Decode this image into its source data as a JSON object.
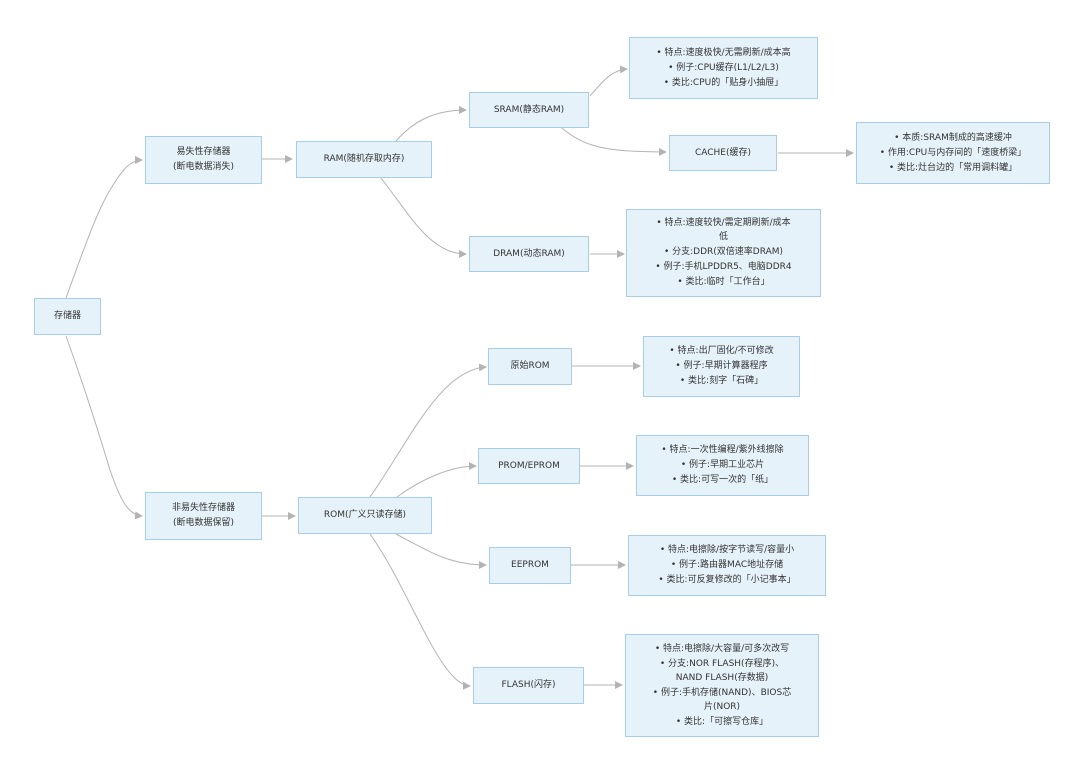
{
  "colors": {
    "node_fill": "#e6f2fa",
    "node_border": "#a9cde6",
    "edge": "#b3b3b3"
  },
  "nodes": {
    "root": {
      "label": "存储器"
    },
    "volatile": {
      "line1": "易失性存储器",
      "line2": "(断电数据消失)"
    },
    "nonvolatile": {
      "line1": "非易失性存储器",
      "line2": "(断电数据保留)"
    },
    "ram": {
      "label": "RAM(随机存取内存)"
    },
    "rom": {
      "label": "ROM(广义只读存储)"
    },
    "sram": {
      "label": "SRAM(静态RAM)"
    },
    "dram": {
      "label": "DRAM(动态RAM)"
    },
    "cache": {
      "label": "CACHE(缓存)"
    },
    "rom_orig": {
      "label": "原始ROM"
    },
    "prom": {
      "label": "PROM/EPROM"
    },
    "eeprom": {
      "label": "EEPROM"
    },
    "flash": {
      "label": "FLASH(闪存)"
    },
    "sram_info": [
      "• 特点:速度极快/无需刷新/成本高",
      "• 例子:CPU缓存(L1/L2/L3)",
      "• 类比:CPU的「贴身小抽屉」"
    ],
    "cache_info": [
      "• 本质:SRAM制成的高速缓冲",
      "• 作用:CPU与内存间的「速度桥梁」",
      "• 类比:灶台边的「常用调料罐」"
    ],
    "dram_info": [
      "• 特点:速度较快/需定期刷新/成本",
      "低",
      "• 分支:DDR(双倍速率DRAM)",
      "• 例子:手机LPDDR5、电脑DDR4",
      "• 类比:临时「工作台」"
    ],
    "rom_orig_info": [
      "• 特点:出厂固化/不可修改",
      "• 例子:早期计算器程序",
      "• 类比:刻字「石碑」"
    ],
    "prom_info": [
      "• 特点:一次性编程/紫外线擦除",
      "• 例子:早期工业芯片",
      "• 类比:可写一次的「纸」"
    ],
    "eeprom_info": [
      "• 特点:电擦除/按字节读写/容量小",
      "• 例子:路由器MAC地址存储",
      "• 类比:可反复修改的「小记事本」"
    ],
    "flash_info": [
      "• 特点:电擦除/大容量/可多次改写",
      "• 分支:NOR FLASH(存程序)、",
      "NAND FLASH(存数据)",
      "• 例子:手机存储(NAND)、BIOS芯",
      "片(NOR)",
      "• 类比:「可擦写仓库」"
    ]
  }
}
